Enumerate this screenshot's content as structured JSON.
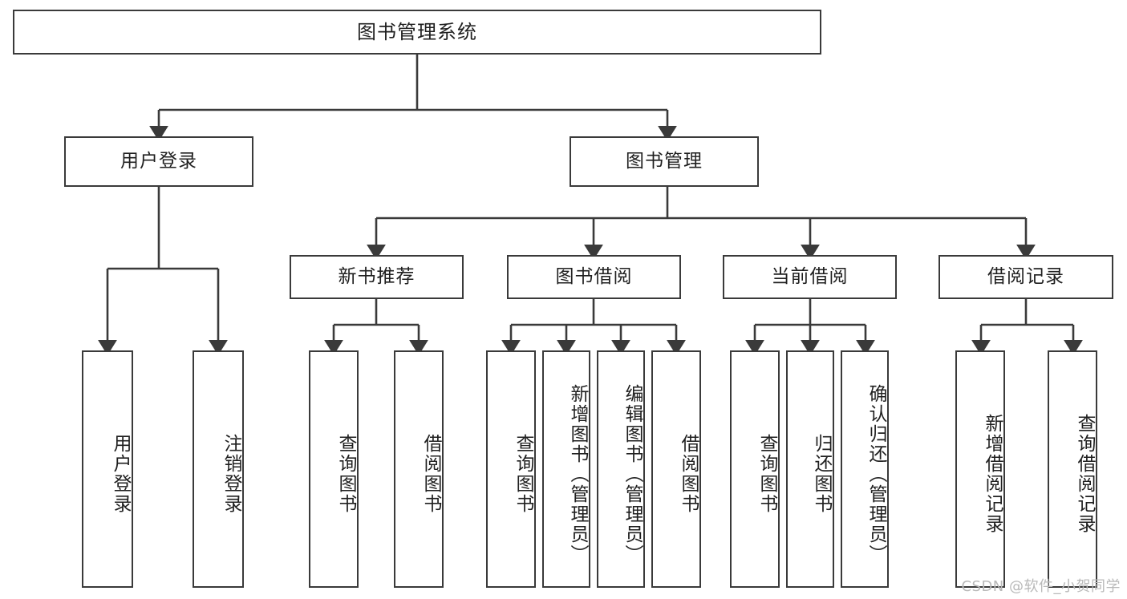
{
  "diagram": {
    "type": "tree",
    "title": "图书管理系统",
    "watermark": "CSDN @软件_小贺同学",
    "colors": {
      "box_border": "#3a3a3a",
      "box_fill": "#ffffff",
      "connector": "#3a3a3a",
      "text": "#1f1f1f",
      "watermark": "#b9b9b9",
      "background": "#ffffff"
    },
    "nodes": {
      "root": {
        "label": "图书管理系统"
      },
      "level2": [
        {
          "id": "user-login",
          "label": "用户登录"
        },
        {
          "id": "book-manage",
          "label": "图书管理"
        }
      ],
      "level3": [
        {
          "id": "new-book-recommend",
          "label": "新书推荐"
        },
        {
          "id": "book-borrow",
          "label": "图书借阅"
        },
        {
          "id": "current-borrow",
          "label": "当前借阅"
        },
        {
          "id": "borrow-record",
          "label": "借阅记录"
        }
      ],
      "leaves": [
        {
          "id": "leaf-user-login",
          "label": "用户登录",
          "parent": "user-login"
        },
        {
          "id": "leaf-logout-login",
          "label": "注销登录",
          "parent": "user-login"
        },
        {
          "id": "leaf-query-book-1",
          "label": "查询图书",
          "parent": "new-book-recommend"
        },
        {
          "id": "leaf-borrow-book-1",
          "label": "借阅图书",
          "parent": "new-book-recommend"
        },
        {
          "id": "leaf-query-book-2",
          "label": "查询图书",
          "parent": "book-borrow"
        },
        {
          "id": "leaf-add-book",
          "label": "新增图书（管理员）",
          "parent": "book-borrow"
        },
        {
          "id": "leaf-edit-book",
          "label": "编辑图书（管理员）",
          "parent": "book-borrow"
        },
        {
          "id": "leaf-borrow-book-2",
          "label": "借阅图书",
          "parent": "book-borrow"
        },
        {
          "id": "leaf-query-book-3",
          "label": "查询图书",
          "parent": "current-borrow"
        },
        {
          "id": "leaf-return-book",
          "label": "归还图书",
          "parent": "current-borrow"
        },
        {
          "id": "leaf-confirm-return",
          "label": "确认归还（管理员）",
          "parent": "current-borrow"
        },
        {
          "id": "leaf-add-record",
          "label": "新增借阅记录",
          "parent": "borrow-record"
        },
        {
          "id": "leaf-query-record",
          "label": "查询借阅记录",
          "parent": "borrow-record"
        }
      ]
    }
  }
}
